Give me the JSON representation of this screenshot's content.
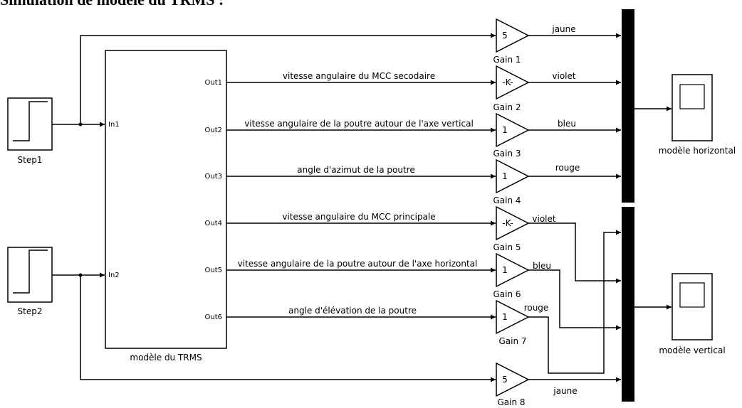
{
  "heading": "Simulation de modèle du TRMS :",
  "subsystem": {
    "name": "modèle du TRMS",
    "inputs": [
      "In1",
      "In2"
    ],
    "outputs": [
      "Out1",
      "Out2",
      "Out3",
      "Out4",
      "Out5",
      "Out6"
    ]
  },
  "steps": [
    {
      "name": "Step1"
    },
    {
      "name": "Step2"
    }
  ],
  "gains": [
    {
      "name": "Gain 1",
      "value": "5"
    },
    {
      "name": "Gain 2",
      "value": "-K-"
    },
    {
      "name": "Gain 3",
      "value": "1"
    },
    {
      "name": "Gain 4",
      "value": "1"
    },
    {
      "name": "Gain 5",
      "value": "-K-"
    },
    {
      "name": "Gain 6",
      "value": "1"
    },
    {
      "name": "Gain 7",
      "value": "1"
    },
    {
      "name": "Gain 8",
      "value": "5"
    }
  ],
  "signals": [
    "vitesse angulaire du MCC secodaire",
    "vitesse angulaire de la poutre autour de l'axe vertical",
    "angle d'azimut de la poutre",
    "vitesse angulaire du MCC  principale",
    "vitesse angulaire de la poutre autour de l'axe  horizontal",
    "angle d'élévation de la poutre"
  ],
  "colors": [
    "jaune",
    "violet",
    "bleu",
    "rouge",
    "violet",
    "bleu",
    "rouge",
    "jaune"
  ],
  "scopes": [
    {
      "name": "modèle horizontal"
    },
    {
      "name": "modèle vertical"
    }
  ]
}
